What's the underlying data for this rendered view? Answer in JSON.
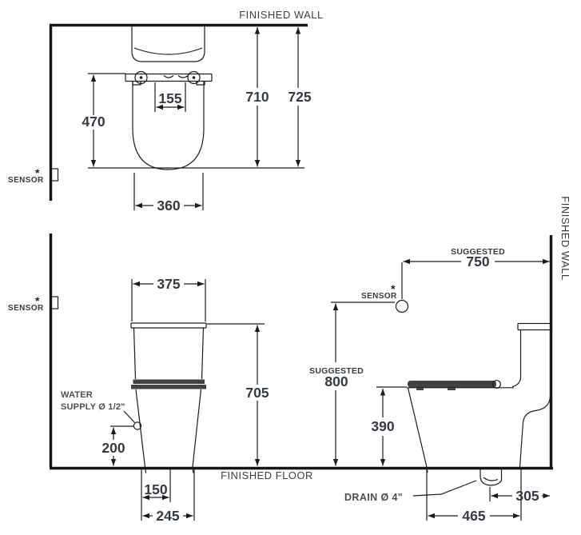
{
  "labels": {
    "finished_wall_top": "FINISHED WALL",
    "finished_wall_right": "FINISHED WALL",
    "finished_floor": "FINISHED FLOOR",
    "sensor": "SENSOR",
    "asterisk": "*",
    "water_supply_line1": "WATER",
    "water_supply_line2": "SUPPLY Ø 1/2\"",
    "drain": "DRAIN Ø 4\"",
    "suggested": "SUGGESTED"
  },
  "dimensions_mm": {
    "plan": {
      "seat_hinge_bolt_spacing": "155",
      "hinge_to_bowl_front": "470",
      "wall_to_seat_front": "710",
      "wall_to_bowl_front": "725",
      "bowl_width": "360"
    },
    "front": {
      "tank_width": "375",
      "overall_height": "705",
      "water_supply_height": "200",
      "base_inner_width": "150",
      "base_width": "245"
    },
    "side": {
      "seat_height": "390",
      "suggested_sensor_height": "800",
      "suggested_sensor_distance_from_wall": "750",
      "base_depth": "465",
      "drain_center_to_wall": "305"
    }
  }
}
